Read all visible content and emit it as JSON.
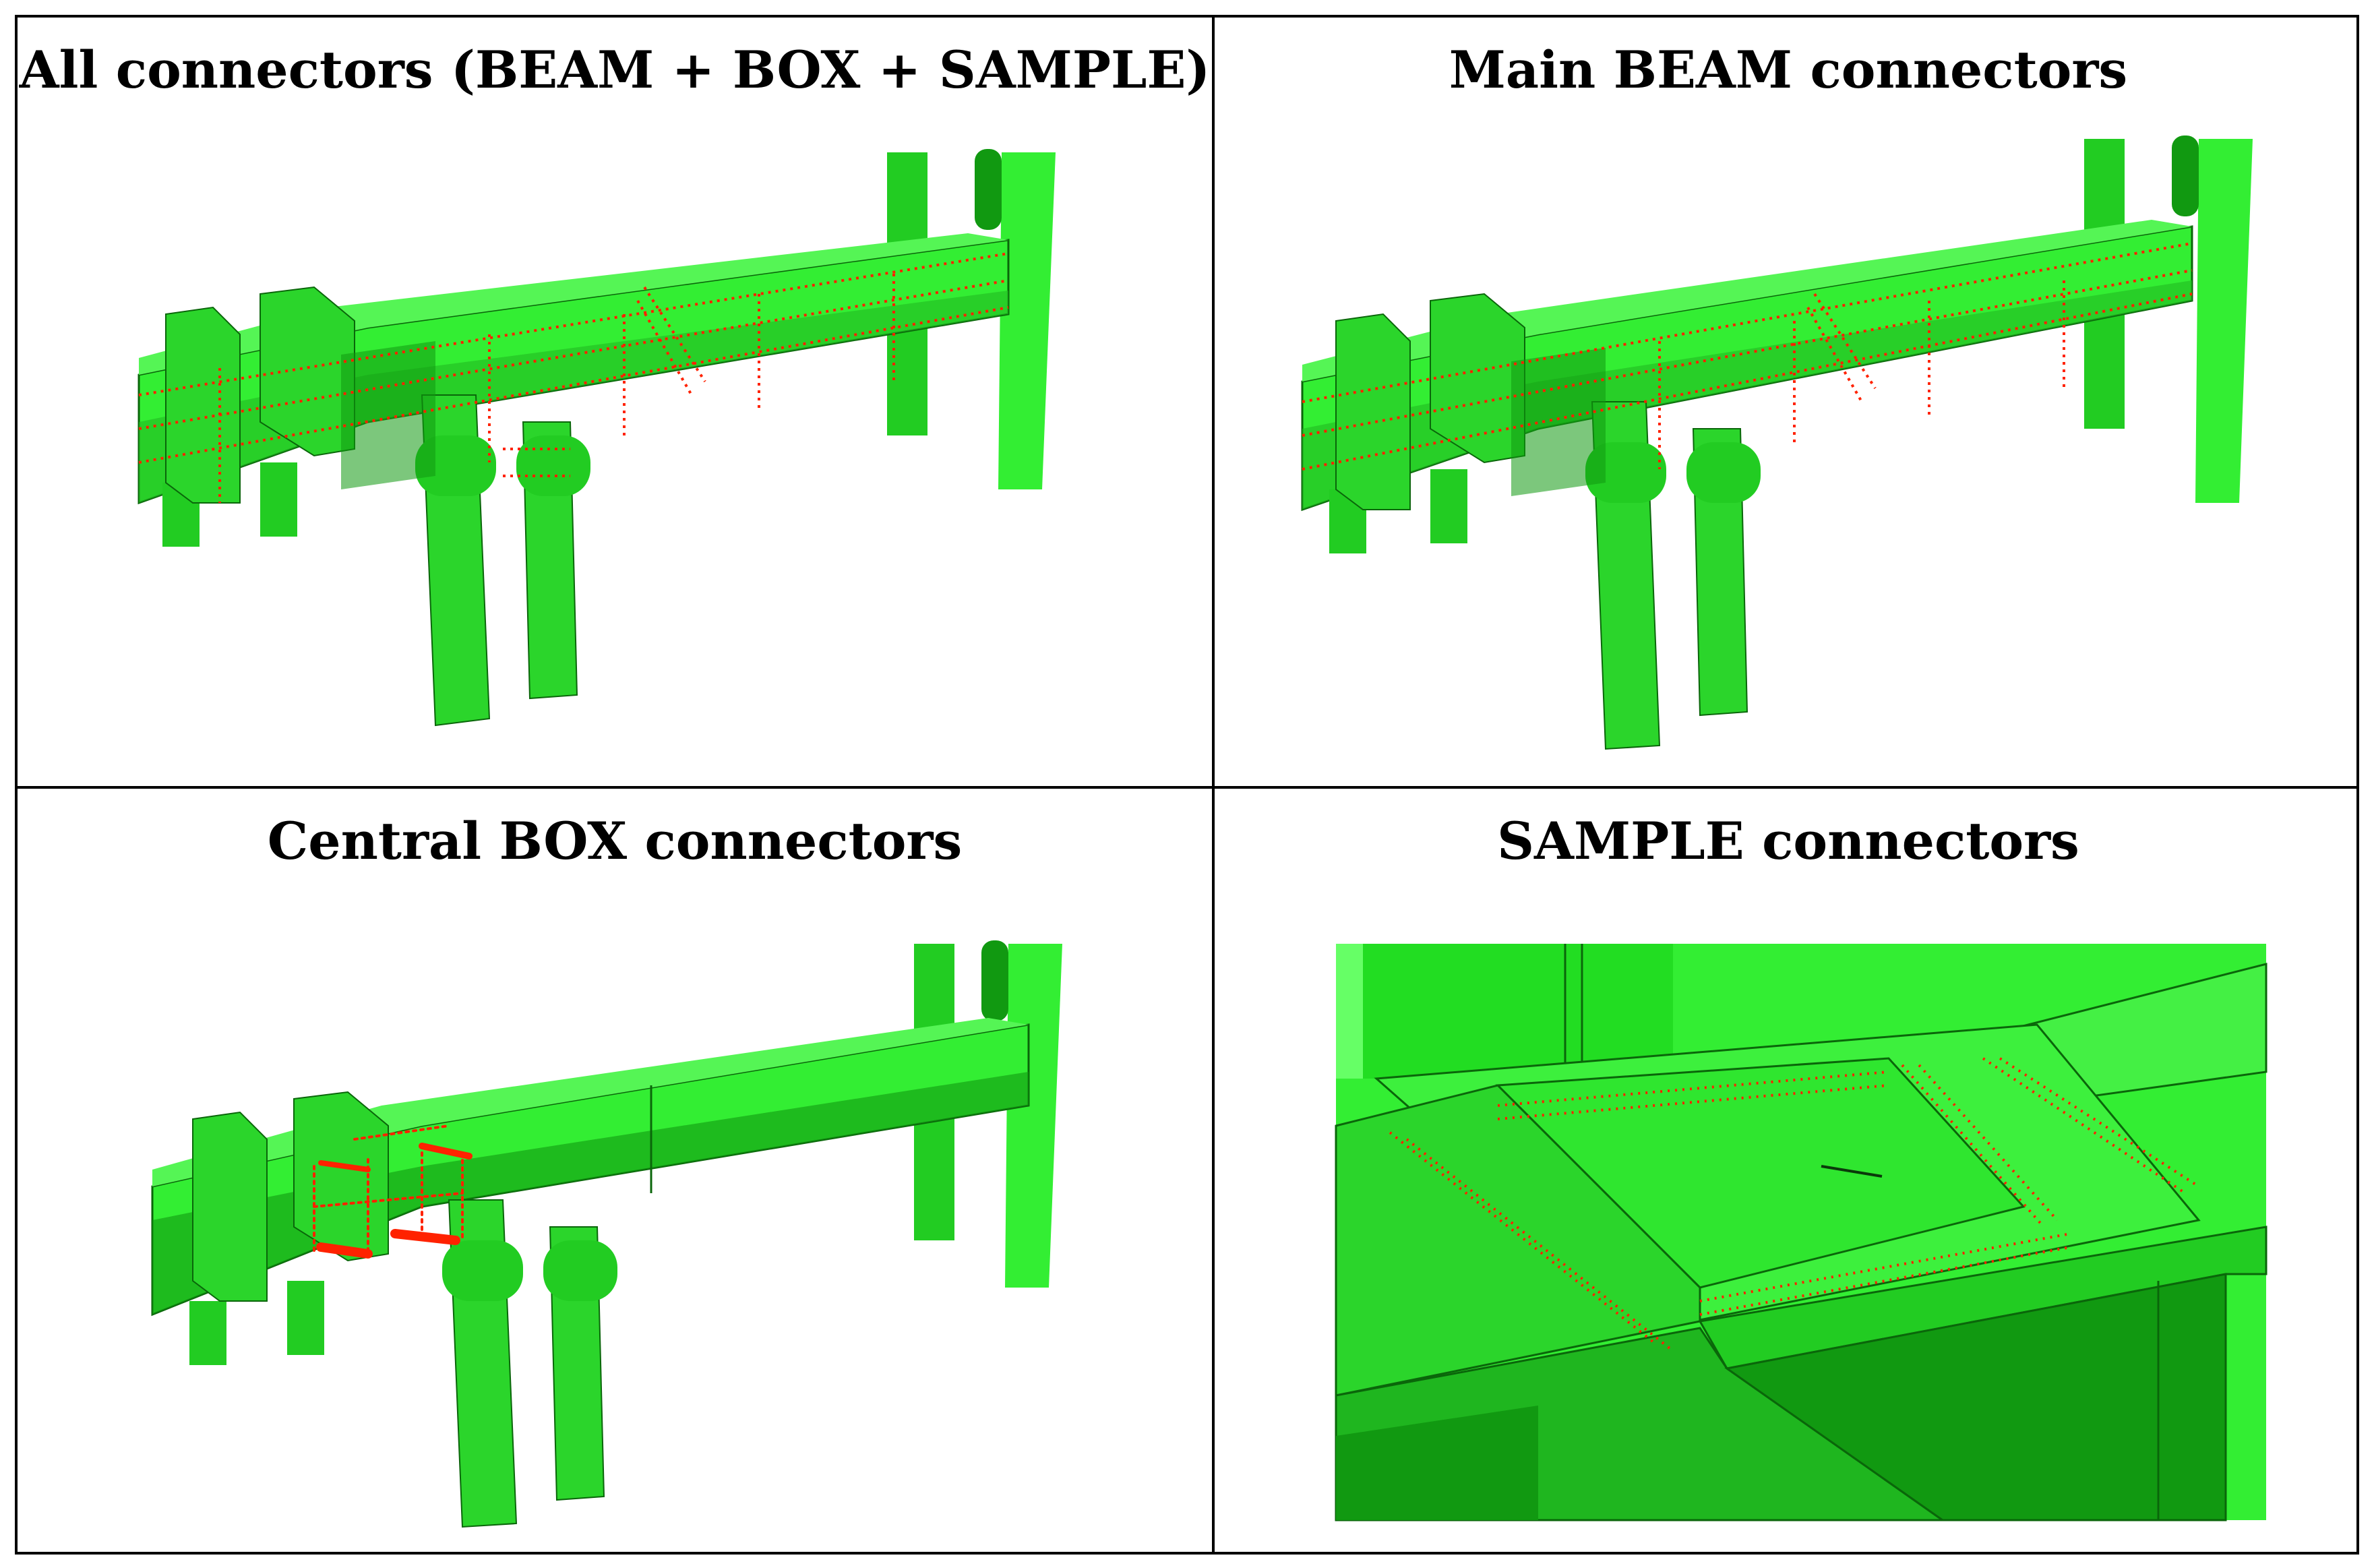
{
  "panels": [
    {
      "title": "All connectors (BEAM + BOX + SAMPLE)"
    },
    {
      "title": "Main BEAM connectors"
    },
    {
      "title": "Central BOX connectors"
    },
    {
      "title": "SAMPLE connectors"
    }
  ],
  "colors": {
    "model_light": "#33ee33",
    "model_mid": "#22cc22",
    "model_dark": "#119911",
    "connector": "#ff2200",
    "border": "#000000"
  }
}
